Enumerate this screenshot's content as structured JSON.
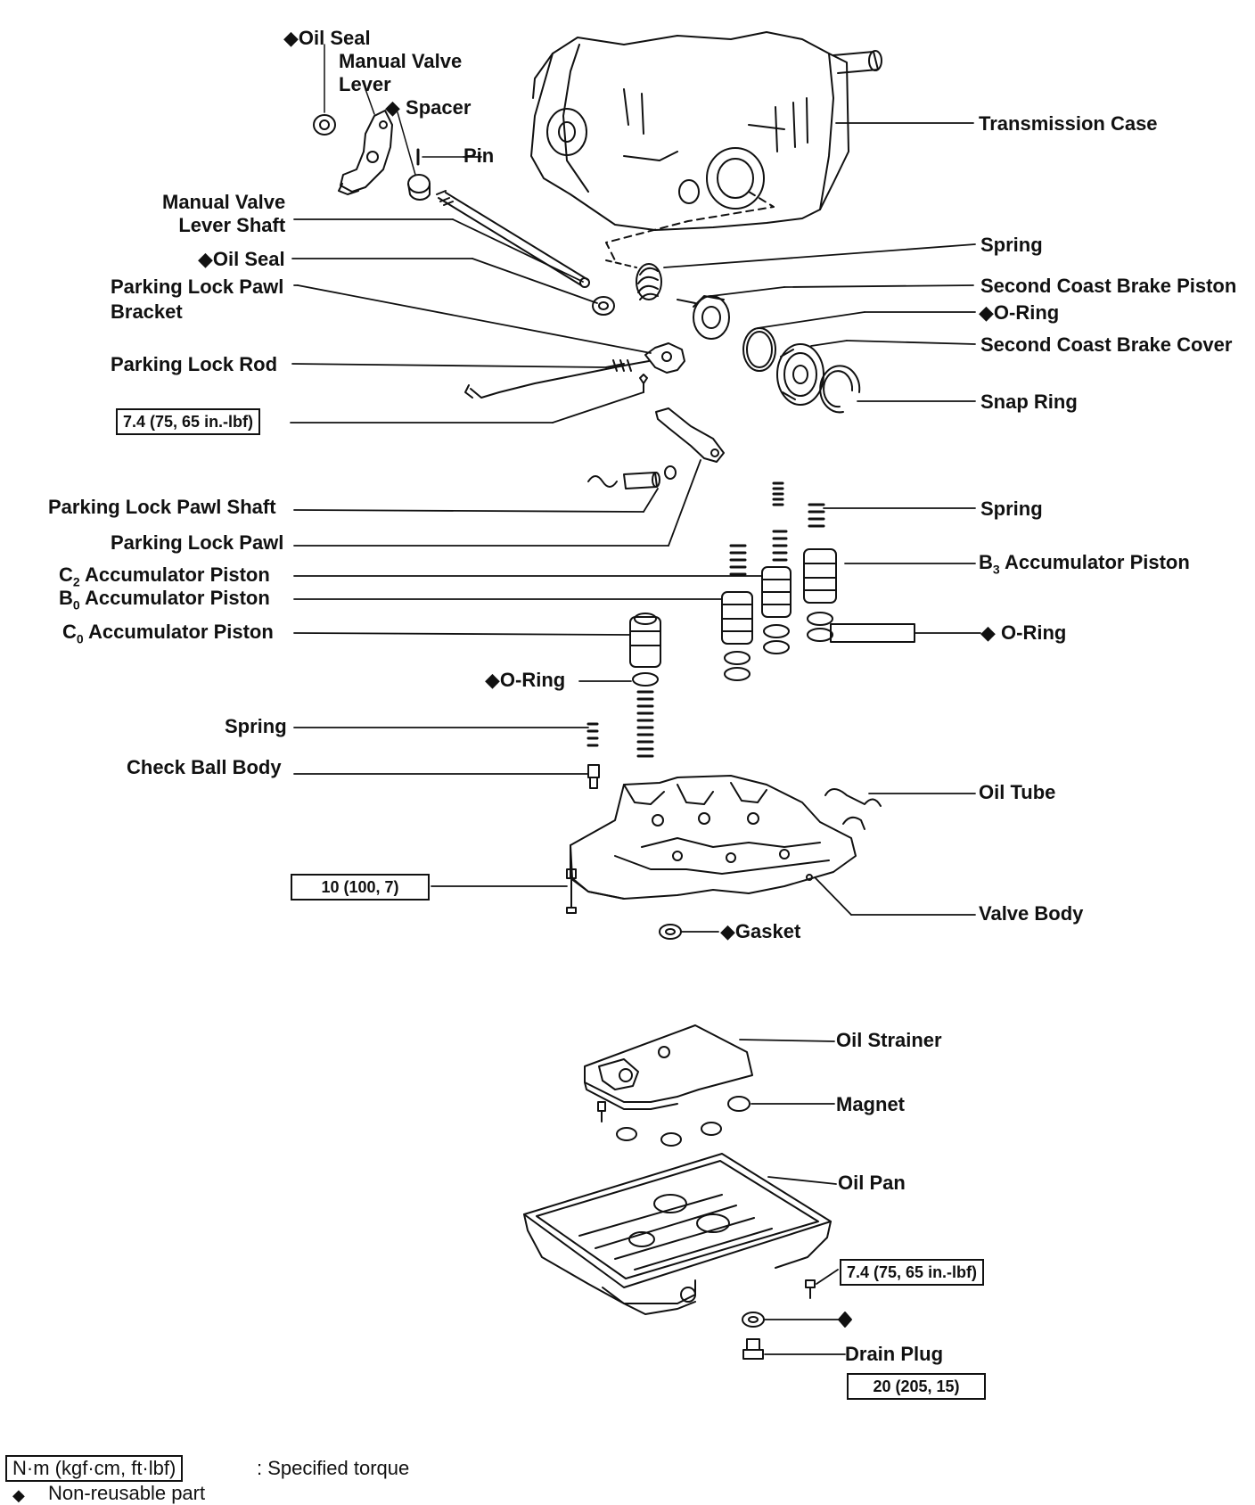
{
  "labels": {
    "oil_seal_top": "◆Oil Seal",
    "manual_valve_lever": "Manual Valve\nLever",
    "spacer": "◆ Spacer",
    "pin": "Pin",
    "transmission_case": "Transmission Case",
    "manual_valve_lever_shaft": "Manual Valve\nLever Shaft",
    "spring_top": "Spring",
    "oil_seal_mid": "◆Oil Seal",
    "second_coast_brake_piston": "Second Coast Brake Piston",
    "parking_lock_pawl_bracket": "Parking Lock Pawl\nBracket",
    "o_ring_right_top": "◆O-Ring",
    "second_coast_brake_cover": "Second Coast Brake Cover",
    "parking_lock_rod": "Parking Lock Rod",
    "snap_ring": "Snap Ring",
    "parking_lock_pawl_shaft": "Parking Lock Pawl Shaft",
    "spring_right_mid": "Spring",
    "parking_lock_pawl": "Parking Lock Pawl",
    "b3_accumulator_piston": "B",
    "b3_sub": "3",
    "b3_rest": " Accumulator Piston",
    "c2_accumulator_piston": "C",
    "c2_sub": "2",
    "c2_rest": " Accumulator Piston",
    "b0_accumulator_piston": "B",
    "b0_sub": "0",
    "b0_rest": " Accumulator Piston",
    "o_ring_right_mid": "◆ O-Ring",
    "c0_accumulator_piston": "C",
    "c0_sub": "0",
    "c0_rest": " Accumulator Piston",
    "o_ring_left": "◆O-Ring",
    "spring_left": "Spring",
    "check_ball_body": "Check Ball Body",
    "oil_tube": "Oil Tube",
    "valve_body": "Valve Body",
    "gasket": "◆Gasket",
    "oil_strainer": "Oil Strainer",
    "magnet": "Magnet",
    "oil_pan": "Oil Pan",
    "drain_plug": "Drain Plug"
  },
  "torque": {
    "parking_bracket_bolt": "7.4 (75, 65 in.-lbf)",
    "valve_body_bolt": "10 (100, 7)",
    "oil_pan_bolt": "7.4 (75, 65 in.-lbf)",
    "drain_plug": "20 (205, 15)"
  },
  "legend": {
    "torque_unit_box": "N·m (kgf·cm, ft·lbf)",
    "torque_desc": ": Specified torque",
    "diamond": "◆",
    "non_reusable": "Non-reusable part"
  }
}
